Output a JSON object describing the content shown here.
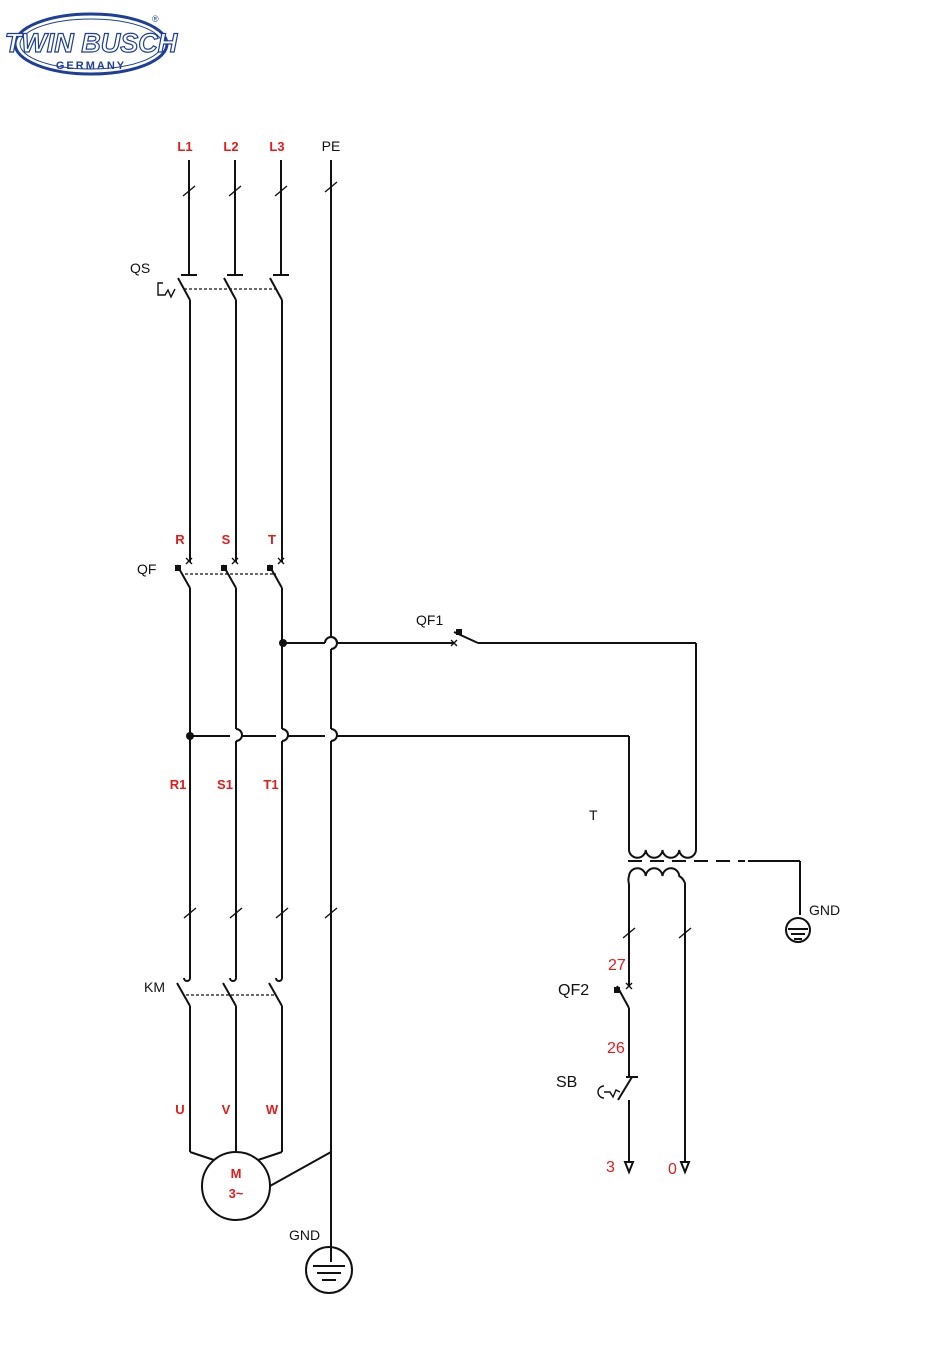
{
  "logo": {
    "brand": "TWIN BUSCH",
    "sub": "GERMANY",
    "registered": "®"
  },
  "supply": {
    "l1": "L1",
    "l2": "L2",
    "l3": "L3",
    "pe": "PE"
  },
  "devices": {
    "qs": "QS",
    "qf": "QF",
    "qf1": "QF1",
    "qf2": "QF2",
    "km": "KM",
    "sb": "SB",
    "t": "T"
  },
  "terminals": {
    "r": "R",
    "s": "S",
    "t": "T",
    "r1": "R1",
    "s1": "S1",
    "t1": "T1",
    "u": "U",
    "v": "V",
    "w": "W"
  },
  "motor": {
    "m": "M",
    "phase": "3~"
  },
  "control": {
    "n27": "27",
    "n26": "26",
    "n3": "3",
    "n0": "0"
  },
  "ground": {
    "main": "GND",
    "transformer": "GND"
  },
  "colors": {
    "line": "#111111",
    "terminal_labels": "#e21b1b",
    "logo": "#1d3e9a"
  }
}
